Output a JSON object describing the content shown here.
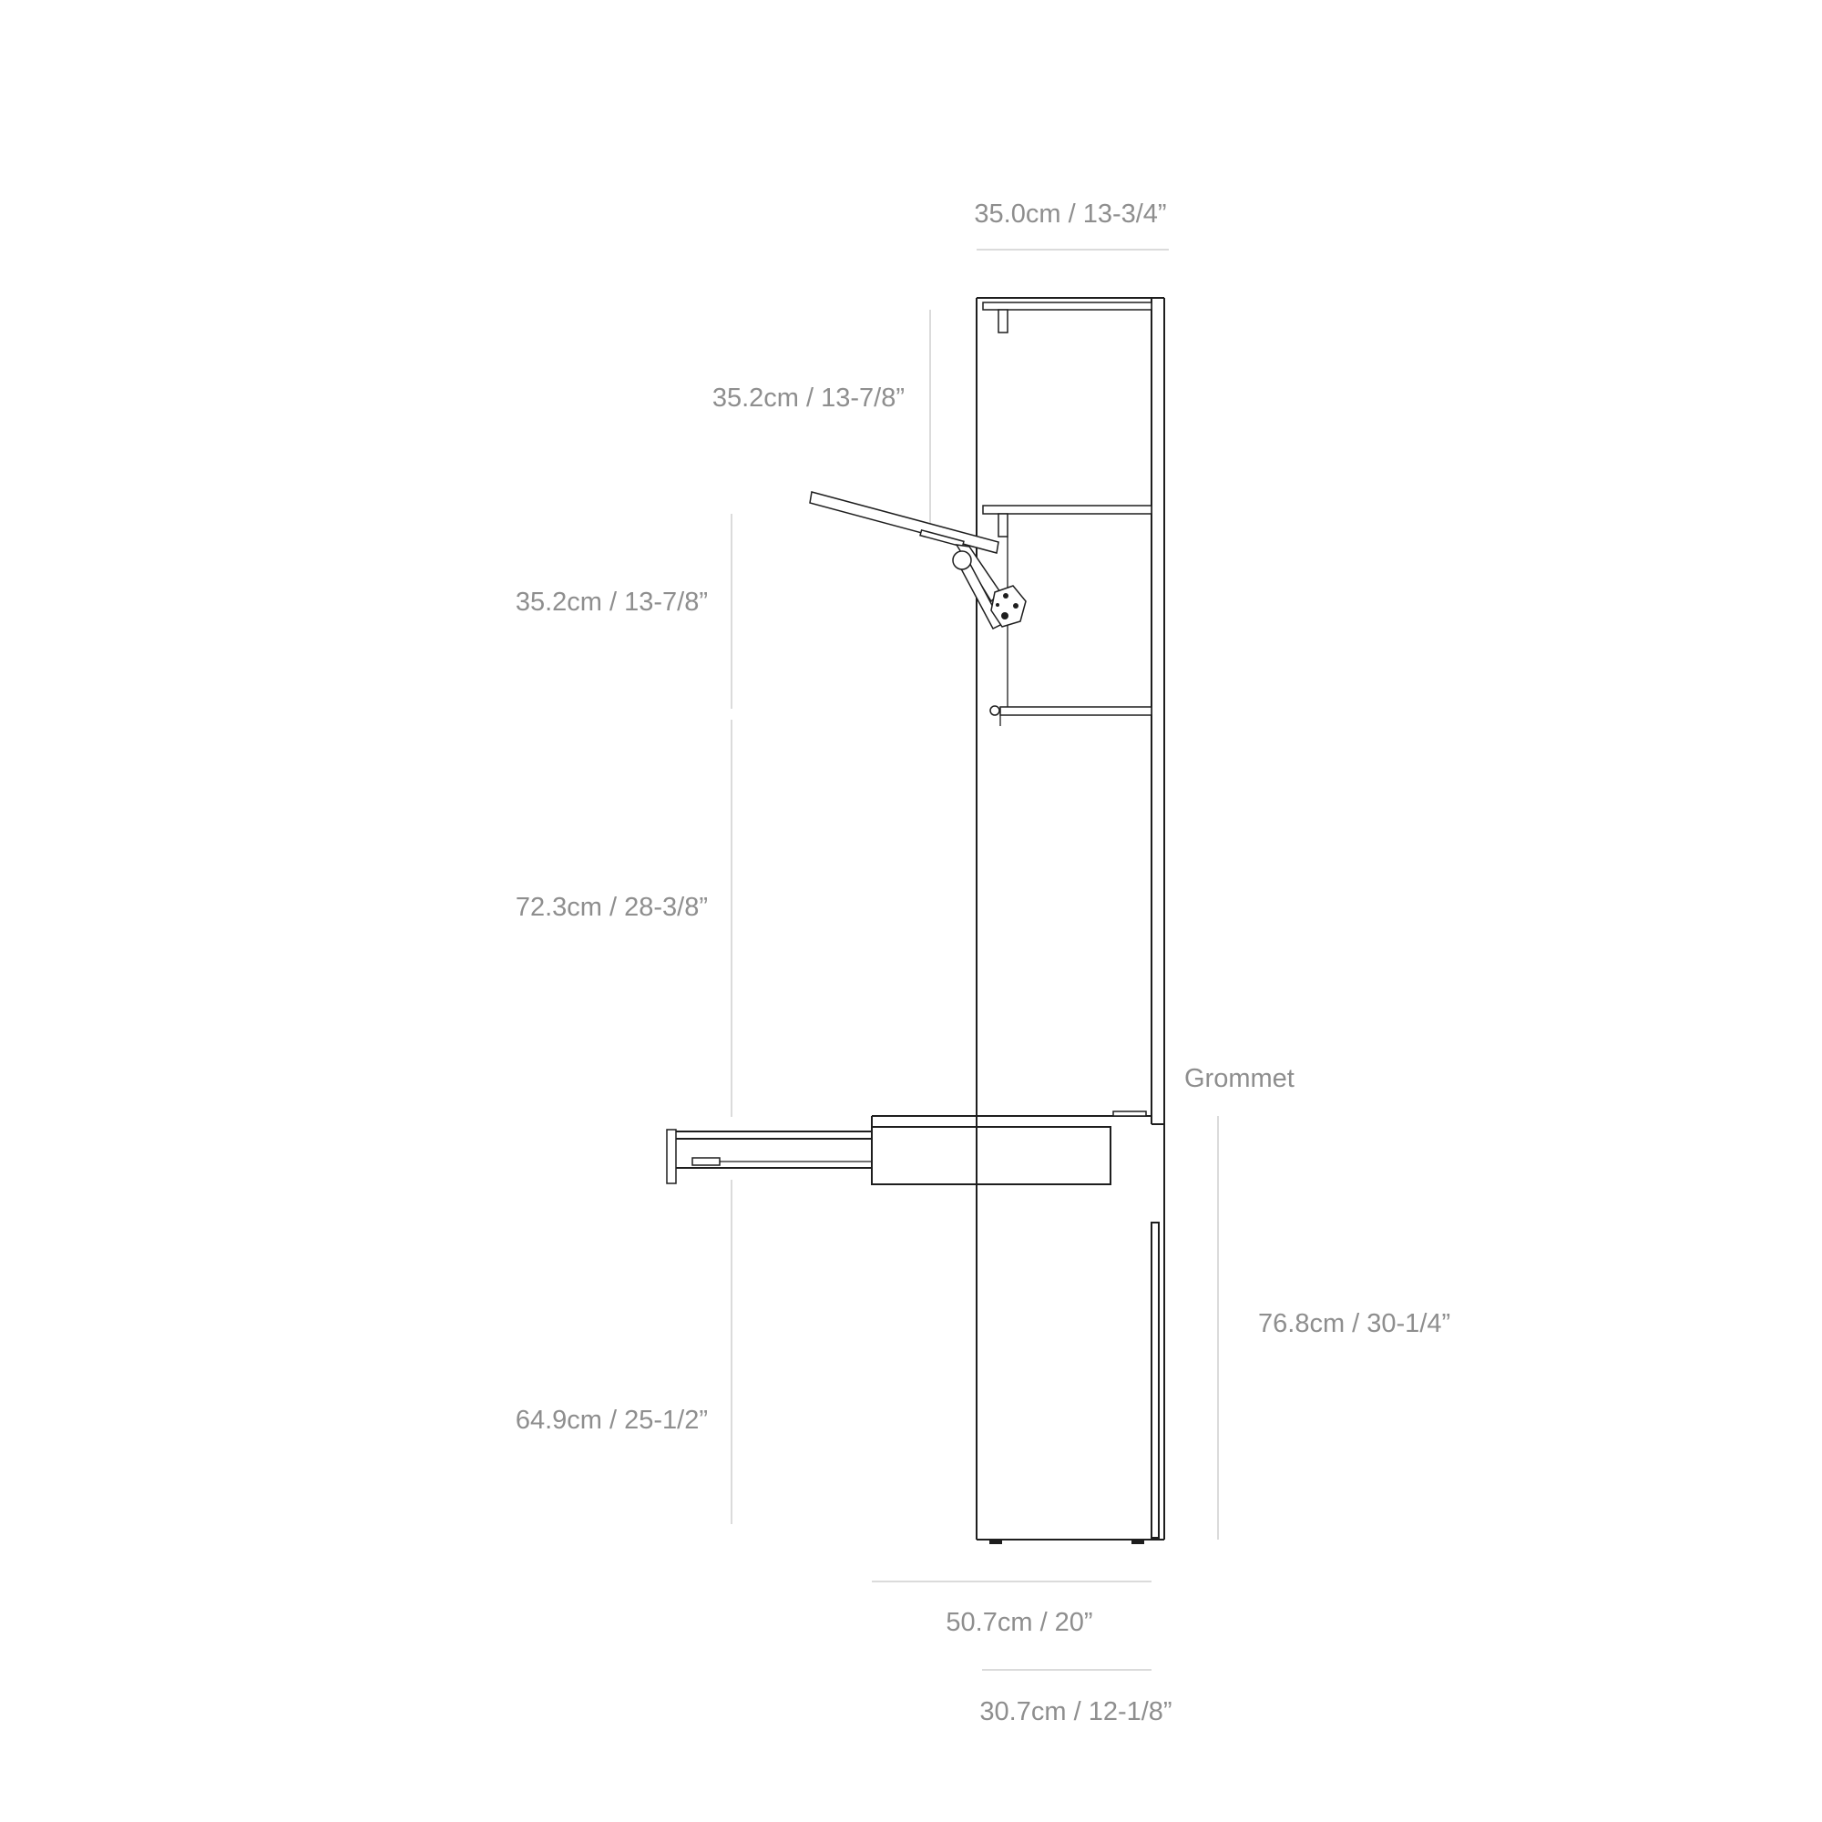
{
  "dimensions": {
    "top_depth": "35.0cm / 13-3/4”",
    "upper_shelf": "35.2cm / 13-7/8”",
    "middle_shelf": "35.2cm / 13-7/8”",
    "desk_opening": "72.3cm / 28-3/8”",
    "lower_section": "64.9cm / 25-1/2”",
    "desk_height": "76.8cm / 30-1/4”",
    "desk_extended": "50.7cm / 20”",
    "base_depth": "30.7cm / 12-1/8”"
  },
  "labels": {
    "grommet": "Grommet"
  },
  "colors": {
    "ink": "#1e1e1e",
    "dimension_text": "#8e8e8e",
    "dimension_line": "#cfcfcf",
    "background": "#ffffff"
  }
}
